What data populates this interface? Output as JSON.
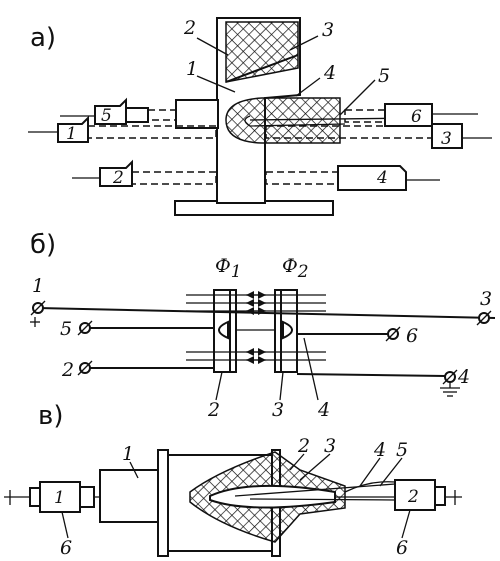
{
  "panels": {
    "a": "а)",
    "b": "б)",
    "c": "в)"
  },
  "labels_a": [
    "2",
    "3",
    "1",
    "4",
    "5",
    "5",
    "6",
    "1",
    "3",
    "2",
    "4"
  ],
  "labels_b": {
    "phi1": "Ф",
    "phi1_sub": "1",
    "phi2": "Ф",
    "phi2_sub": "2",
    "nums": [
      "1",
      "3",
      "5",
      "6",
      "2",
      "4",
      "2",
      "3",
      "4"
    ]
  },
  "labels_c": [
    "1",
    "2",
    "3",
    "4",
    "5",
    "1",
    "2",
    "6",
    "6"
  ]
}
